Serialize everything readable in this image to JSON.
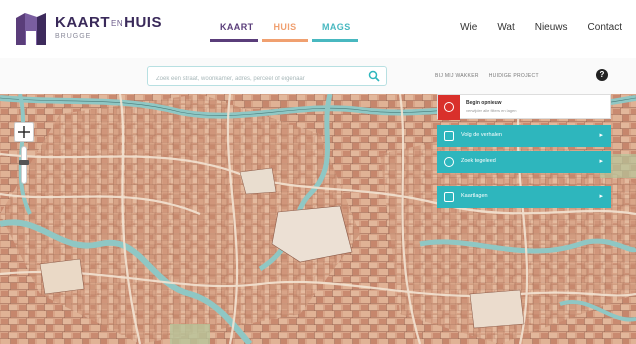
{
  "brand": {
    "name_part1": "KAART",
    "name_part2": "EN",
    "name_part3": "HUIS",
    "subtitle": "BRUGGE",
    "colors": {
      "purple": "#5a3d7a",
      "orange": "#f0a070",
      "teal": "#2eb6bd",
      "red": "#d9302b"
    }
  },
  "main_tabs": [
    {
      "label": "KAART",
      "color": "#5a3d7a"
    },
    {
      "label": "HUIS",
      "color": "#f0a070"
    },
    {
      "label": "MAGS",
      "color": "#48b8c0"
    }
  ],
  "top_nav": {
    "items": [
      "Wie",
      "Wat",
      "Nieuws",
      "Contact"
    ]
  },
  "search": {
    "placeholder": "Zoek een straat, woonkamer, adres, perceel of eigenaar",
    "icon": "search-icon"
  },
  "search_links": [
    "BIJ MIJ WAKKER",
    "HUIDIGE PROJECT"
  ],
  "help": {
    "label": "?"
  },
  "layer_panel": {
    "notice": {
      "title": "Begin opnieuw",
      "text": "verwijder alle filters en lagen"
    },
    "items": [
      {
        "label": "Volg de verhalen",
        "icon": "book-icon"
      },
      {
        "label": "Zoek tegeleed",
        "icon": "search-icon"
      },
      {
        "label": "Kaartlagen",
        "icon": "layers-icon"
      }
    ],
    "arrow": "▸"
  }
}
